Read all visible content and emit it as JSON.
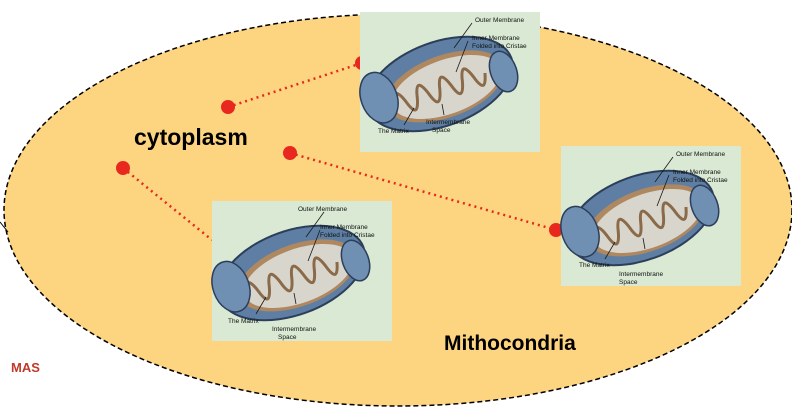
{
  "labels": {
    "cytoplasm": "cytoplasm",
    "mitochondria": "Mithocondria",
    "watermark": "MAS"
  },
  "figure_labels": {
    "outer_membrane": "Outer Membrane",
    "inner_membrane_1": "Inner Membrane",
    "inner_membrane_2": "Folded into Cristae",
    "matrix": "The Matrix",
    "intermembrane_1": "Intermembrane",
    "intermembrane_2": "Space"
  },
  "colors": {
    "cell_fill": "#fdd47f",
    "cell_border": "#000000",
    "connector": "#e8281e",
    "card_background": "#d9e9d3",
    "mito_outer": "#5e7fa3",
    "mito_inner": "#c0a889",
    "watermark": "#c0392b"
  }
}
